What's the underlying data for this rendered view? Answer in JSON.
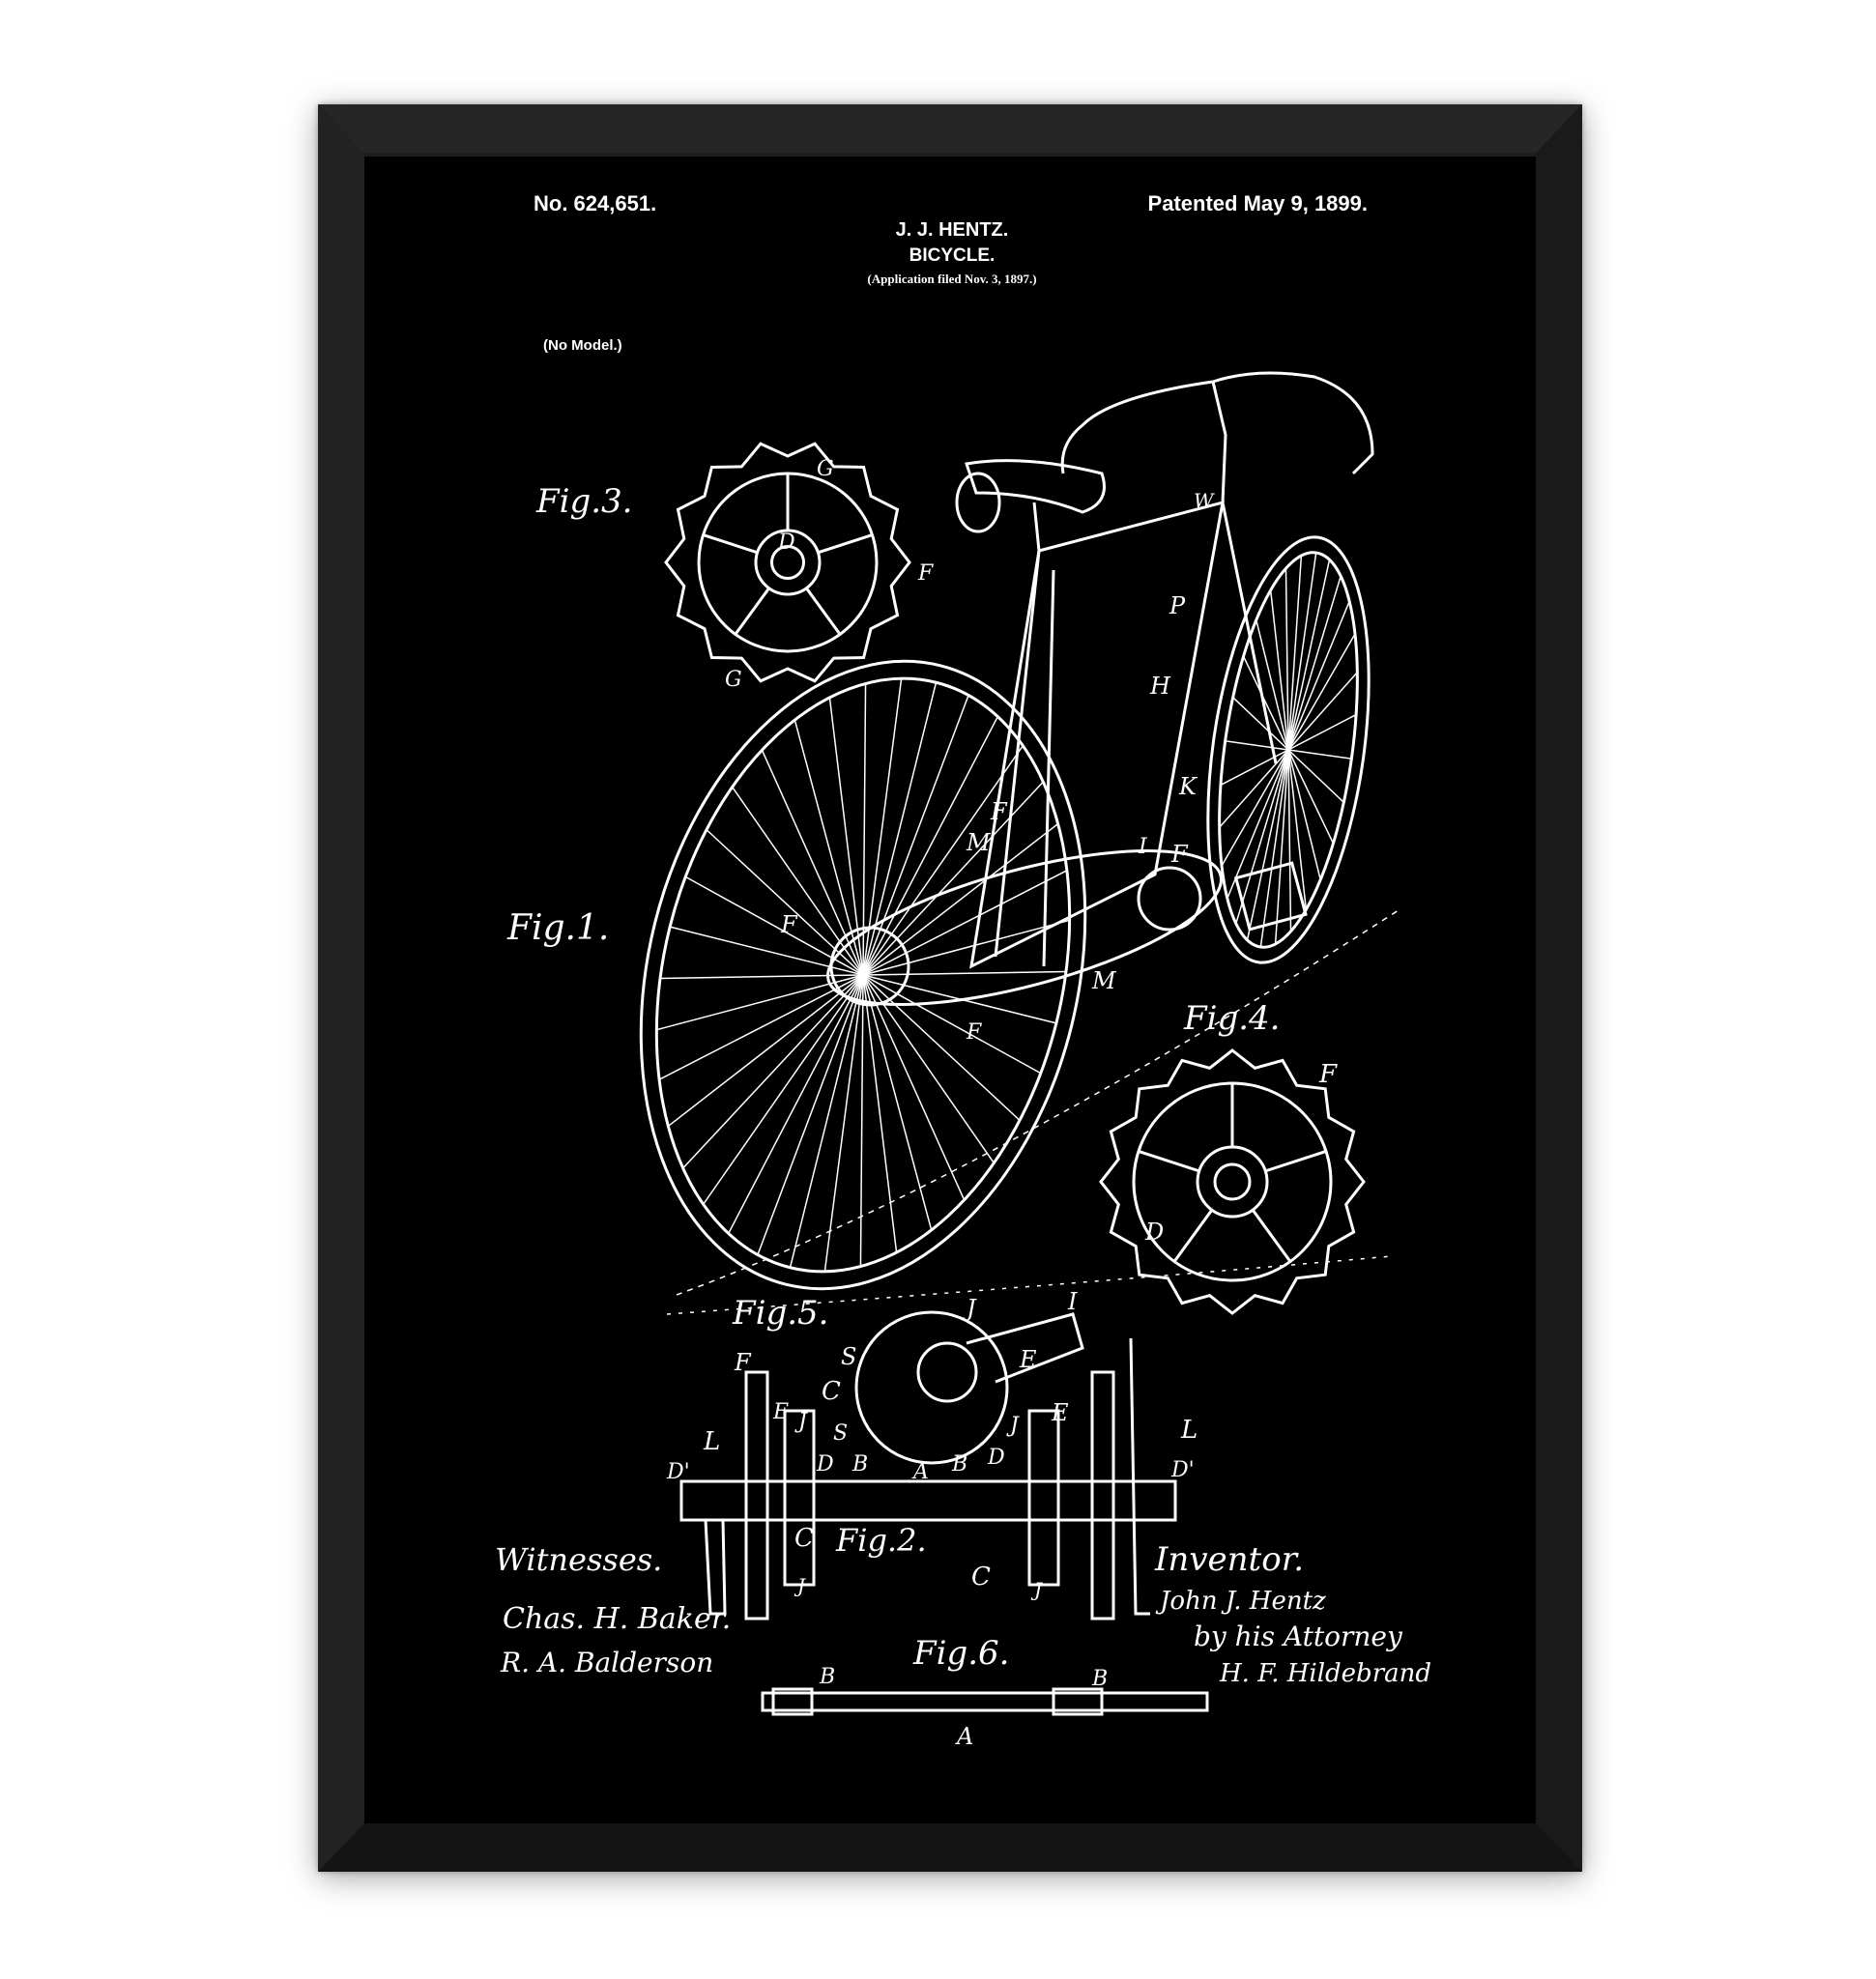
{
  "patent": {
    "number": "No. 624,651.",
    "date": "Patented May 9, 1899.",
    "inventor_name": "J. J. HENTZ.",
    "title": "BICYCLE.",
    "application": "(Application filed Nov. 3, 1897.)",
    "model_note": "(No Model.)"
  },
  "figures": {
    "fig1": "Fig.1.",
    "fig2": "Fig.2.",
    "fig3": "Fig.3.",
    "fig4": "Fig.4.",
    "fig5": "Fig.5.",
    "fig6": "Fig.6."
  },
  "signatures": {
    "witnesses_label": "Witnesses.",
    "inventor_label": "Inventor.",
    "witness1": "Chas. H. Baker.",
    "witness2": "R. A. Balderson",
    "inventor_sig": "John J. Hentz",
    "attorney_label": "by his Attorney",
    "attorney_sig": "H. F. Hildebrand"
  },
  "labels": [
    "G",
    "D",
    "F",
    "G",
    "W",
    "P",
    "H",
    "K",
    "F",
    "M",
    "I",
    "F",
    "F",
    "M",
    "F",
    "F",
    "D",
    "J",
    "I",
    "S",
    "E",
    "C",
    "F",
    "E",
    "J",
    "S",
    "L",
    "D",
    "B",
    "A",
    "B",
    "D",
    "E",
    "J",
    "L",
    "D'",
    "D'",
    "C",
    "J",
    "C",
    "J",
    "B",
    "B",
    "A"
  ],
  "colors": {
    "frame": "#1e1e1e",
    "poster": "#000000",
    "ink": "#ffffff"
  }
}
